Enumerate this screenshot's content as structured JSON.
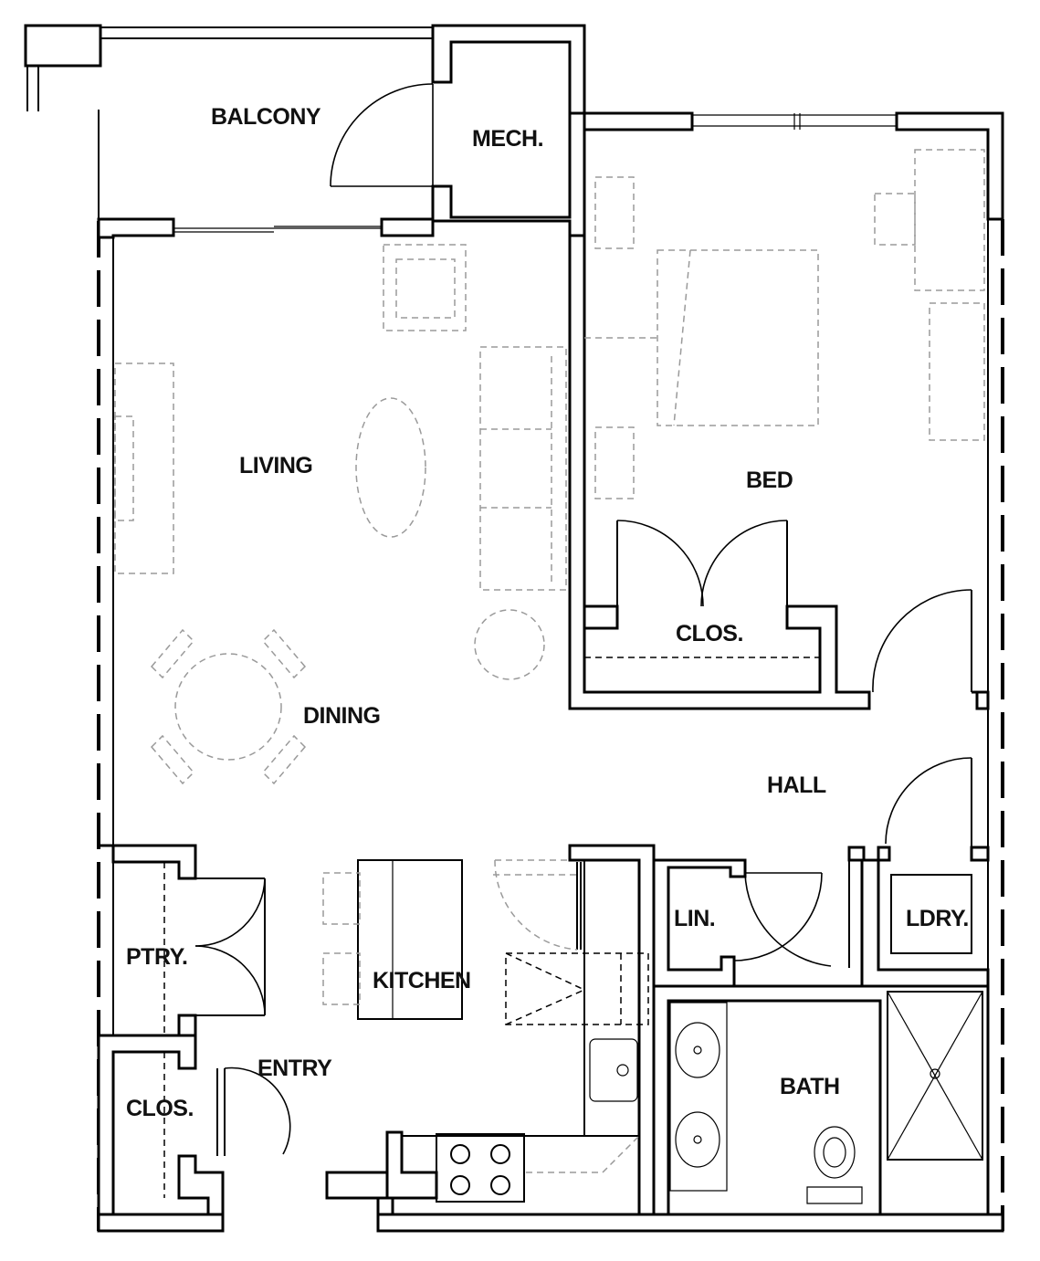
{
  "colors": {
    "line": "#000000",
    "furniture": "#9a9a9a",
    "background": "#ffffff"
  },
  "rooms": {
    "balcony": "BALCONY",
    "mech": "MECH.",
    "living": "LIVING",
    "bed": "BED",
    "bed_closet": "CLOS.",
    "dining": "DINING",
    "hall": "HALL",
    "pantry": "PTRY.",
    "linen": "LIN.",
    "laundry": "LDRY.",
    "kitchen": "KITCHEN",
    "entry": "ENTRY",
    "entry_closet": "CLOS.",
    "bath": "BATH"
  }
}
